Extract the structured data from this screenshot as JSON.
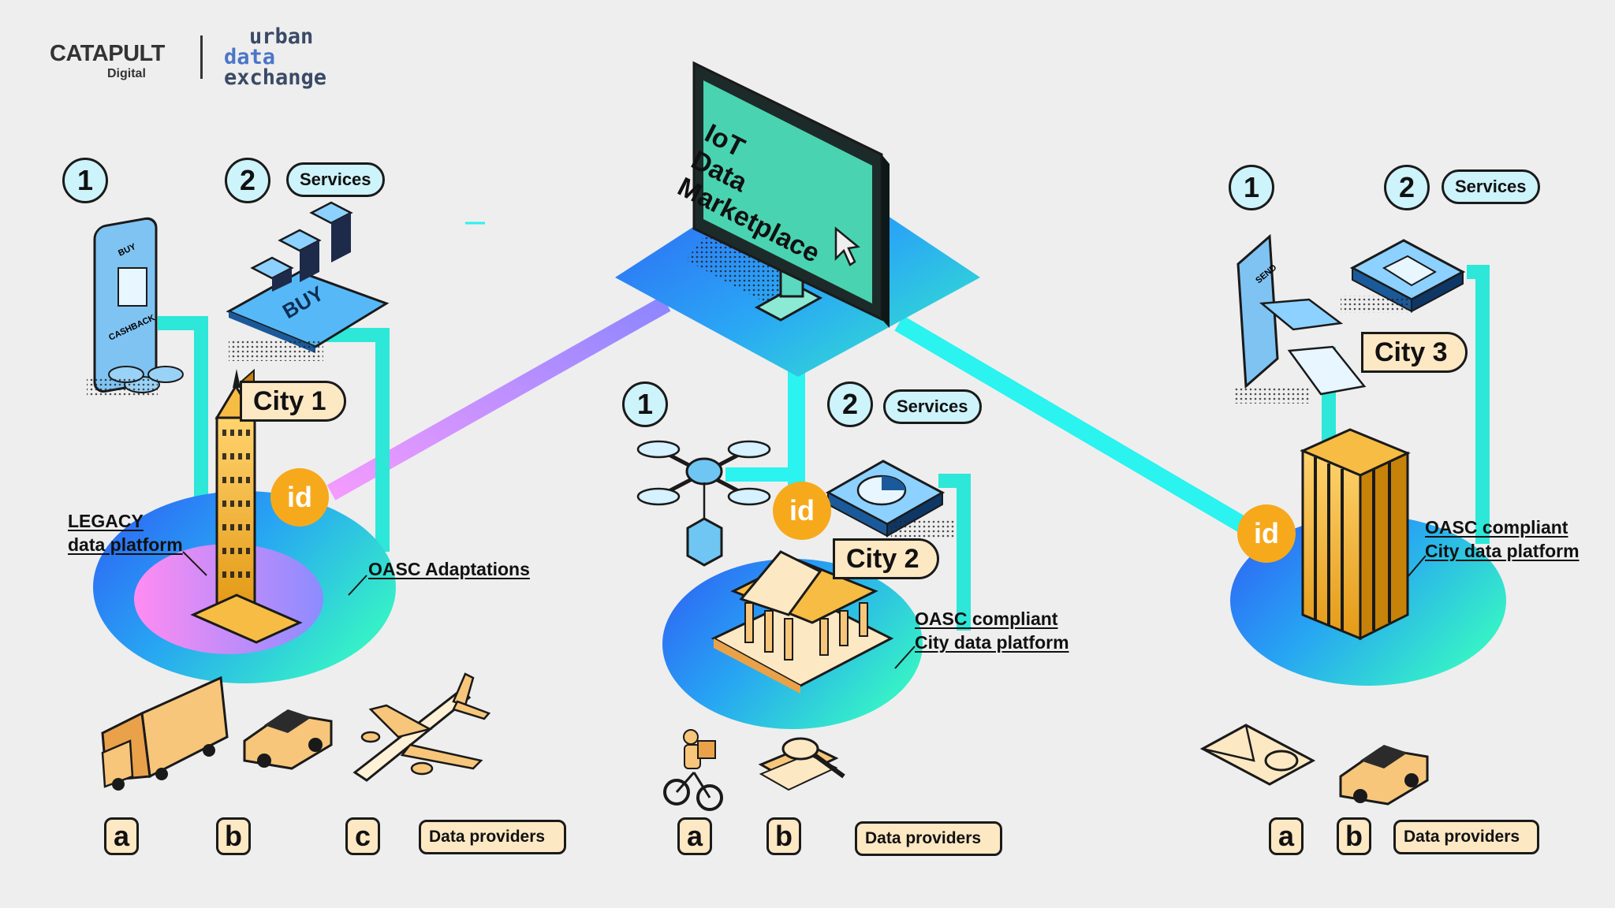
{
  "logos": {
    "catapult": "CATAPULT",
    "catapult_sub": "Digital",
    "urban_line1": "urban",
    "urban_line2": "data",
    "urban_line3": "exchange"
  },
  "marketplace": {
    "screen_lines": [
      "IoT",
      "Data",
      "Marketplace"
    ]
  },
  "cities": [
    {
      "name": "City 1",
      "step1": "1",
      "step2": "2",
      "services": "Services",
      "phone_labels": [
        "BUY",
        "CASHBACK"
      ],
      "tablet_label": "BUY",
      "platform_label_line1": "LEGACY",
      "platform_label_line2": "data platform",
      "adaptation_label": "OASC Adaptations",
      "id_badge": "id",
      "providers": [
        "a",
        "b",
        "c"
      ],
      "providers_label": "Data providers"
    },
    {
      "name": "City 2",
      "step1": "1",
      "step2": "2",
      "services": "Services",
      "platform_label_line1": "OASC compliant",
      "platform_label_line2": "City data platform",
      "id_badge": "id",
      "providers": [
        "a",
        "b"
      ],
      "providers_label": "Data providers"
    },
    {
      "name": "City 3",
      "step1": "1",
      "step2": "2",
      "services": "Services",
      "phone_labels": [
        "SEND"
      ],
      "platform_label_line1": "OASC compliant",
      "platform_label_line2": "City data platform",
      "id_badge": "id",
      "providers": [
        "a",
        "b"
      ],
      "providers_label": "Data providers"
    }
  ],
  "colors": {
    "background": "#eeeeee",
    "cyan": "#2af3f0",
    "teal": "#34e3c9",
    "blue": "#2f5cf5",
    "pink": "#f49bff",
    "purple": "#a978ff",
    "screen": "#4ad3b1",
    "orange": "#f7a91c",
    "gold": "#f5b13a",
    "cream": "#fde8c4",
    "light_cyan": "#cdf3fb",
    "outline": "#1a1a1a"
  }
}
